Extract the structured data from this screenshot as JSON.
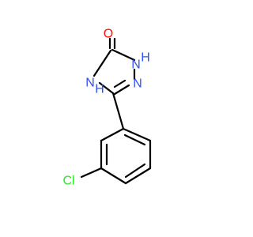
{
  "molecule": {
    "atoms": {
      "O": {
        "label": "O"
      },
      "N1": {
        "label": "N"
      },
      "H1": {
        "label": "H"
      },
      "N2": {
        "label": "N"
      },
      "N4": {
        "label": "N"
      },
      "H4": {
        "label": "H"
      },
      "Cl": {
        "label": "Cl"
      }
    }
  },
  "colors": {
    "bond": "#000000",
    "oxygen": "#ff0d0d",
    "nitrogen": "#3050f8",
    "chlorine": "#1ff01f"
  }
}
